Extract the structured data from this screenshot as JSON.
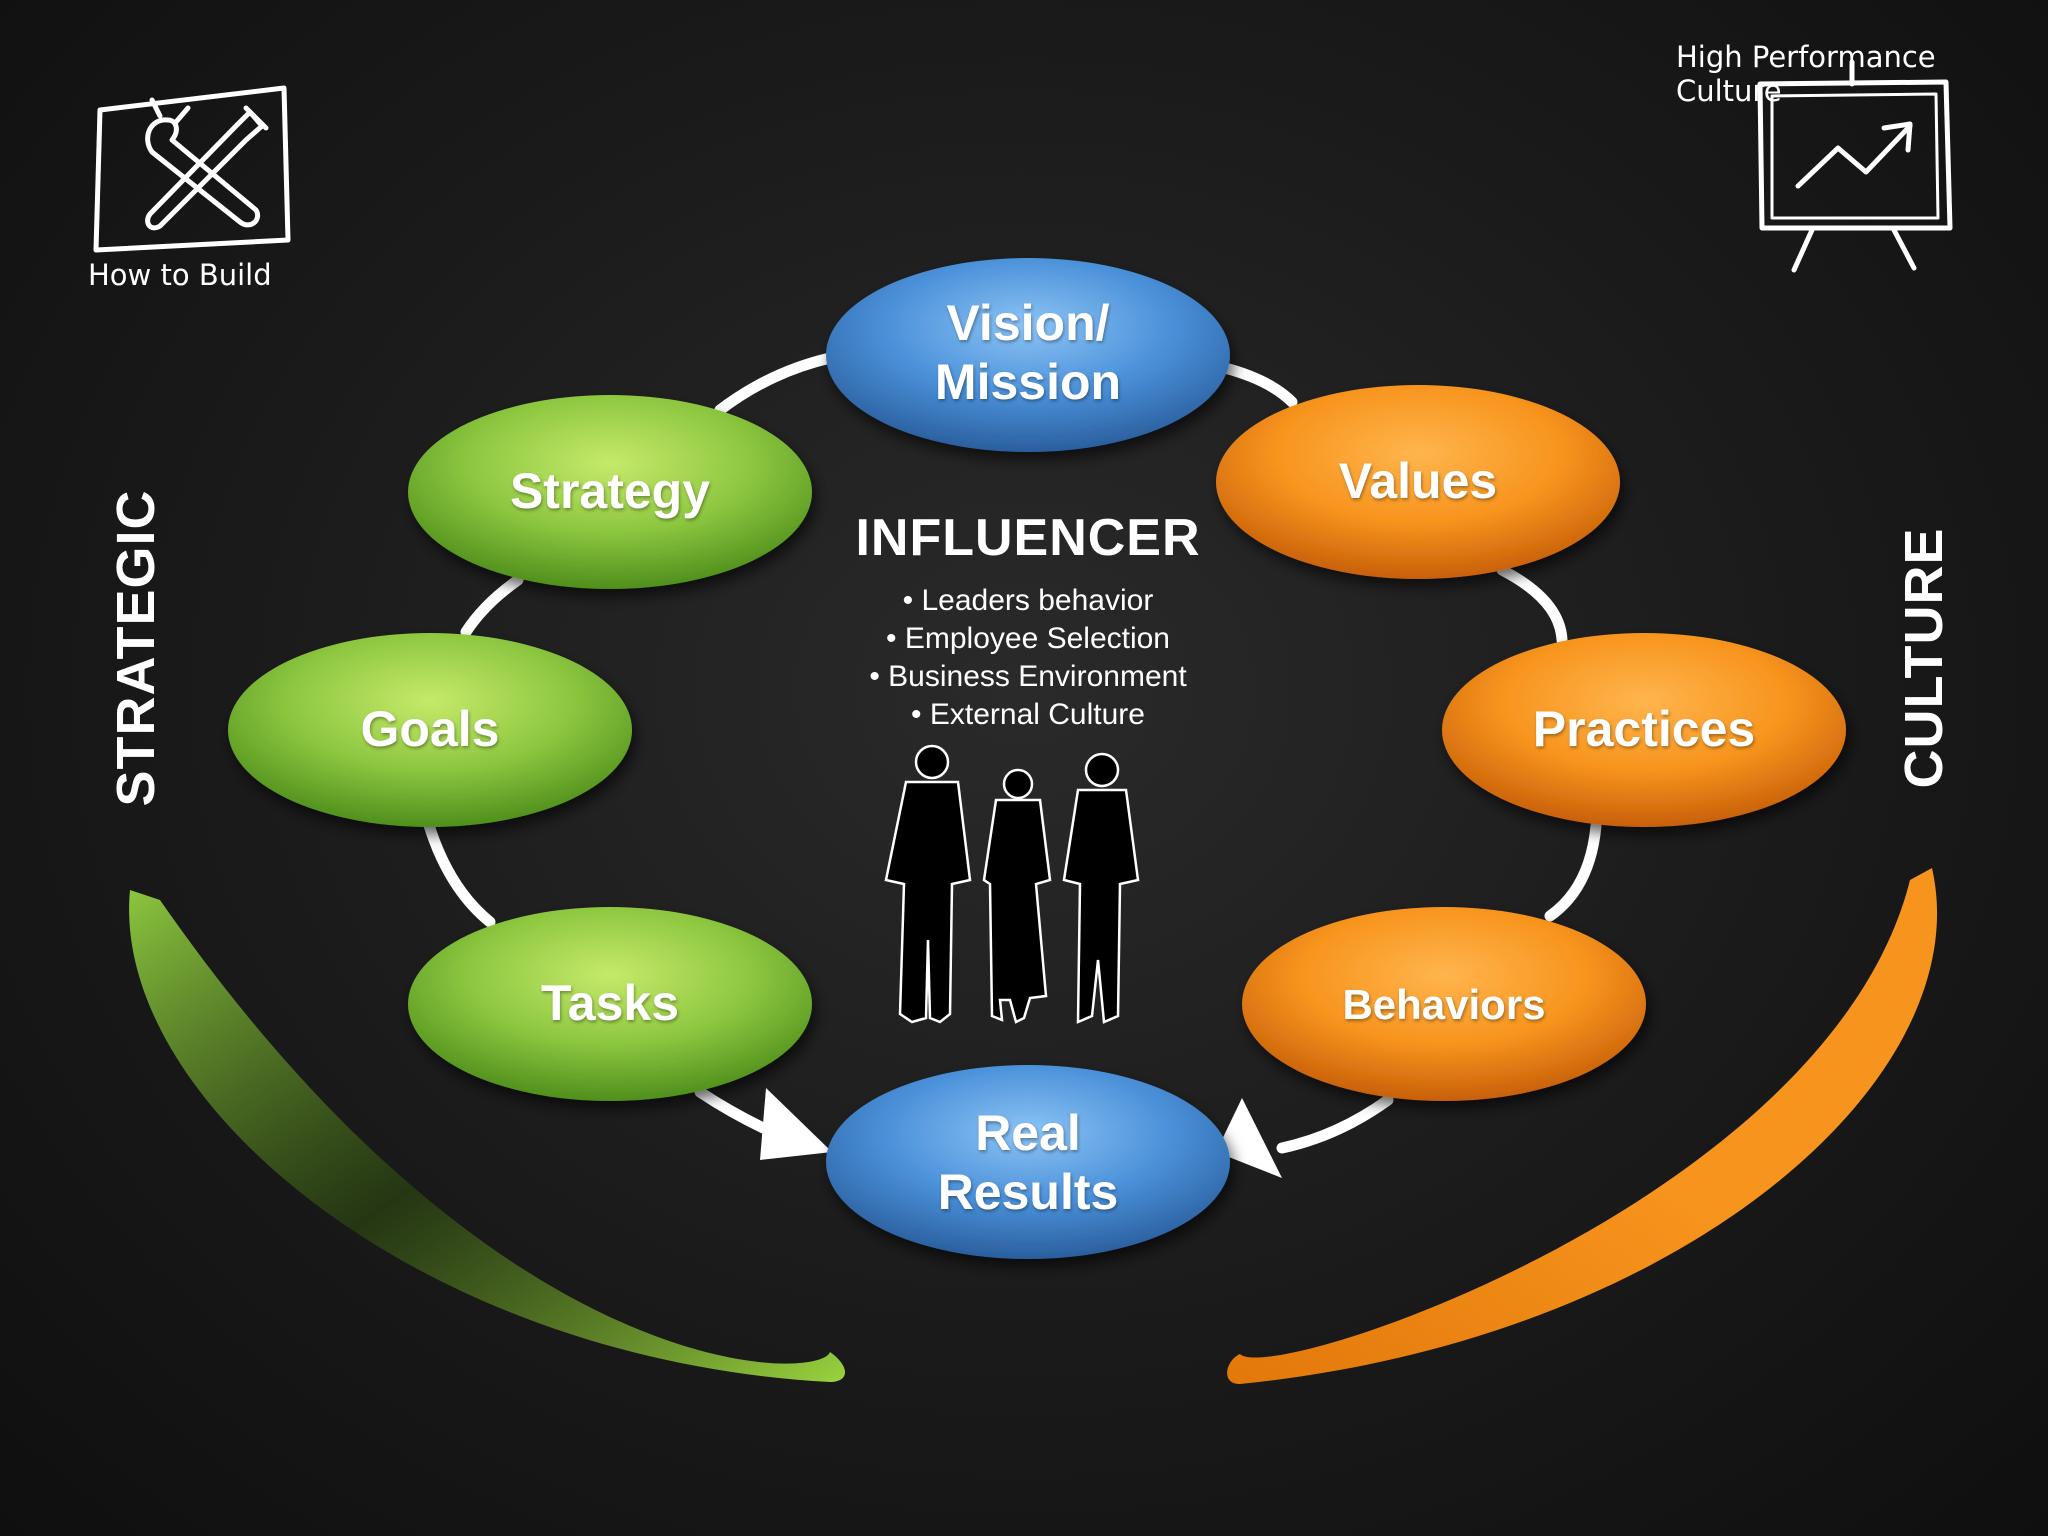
{
  "corner_labels": {
    "top_left": "How to Build",
    "top_right": "High Performance Culture"
  },
  "icons": {
    "top_left": "wrench-screwdriver-icon",
    "top_right": "presentation-chart-icon",
    "center": "business-people-silhouette-icon"
  },
  "side_labels": {
    "left": "STRATEGIC",
    "right": "CULTURE"
  },
  "nodes": {
    "vision_mission": "Vision/\nMission",
    "strategy": "Strategy",
    "goals": "Goals",
    "tasks": "Tasks",
    "values": "Values",
    "practices": "Practices",
    "behaviors": "Behaviors",
    "real_results": "Real\nResults"
  },
  "influencer": {
    "title": "INFLUENCER",
    "items": [
      "Leaders behavior",
      "Employee Selection",
      "Business Environment",
      "External Culture"
    ]
  },
  "colors": {
    "background": "#1a1a1a",
    "green": "#8cc63f",
    "orange": "#f7941d",
    "blue": "#4a90d9",
    "connector": "#ffffff"
  }
}
